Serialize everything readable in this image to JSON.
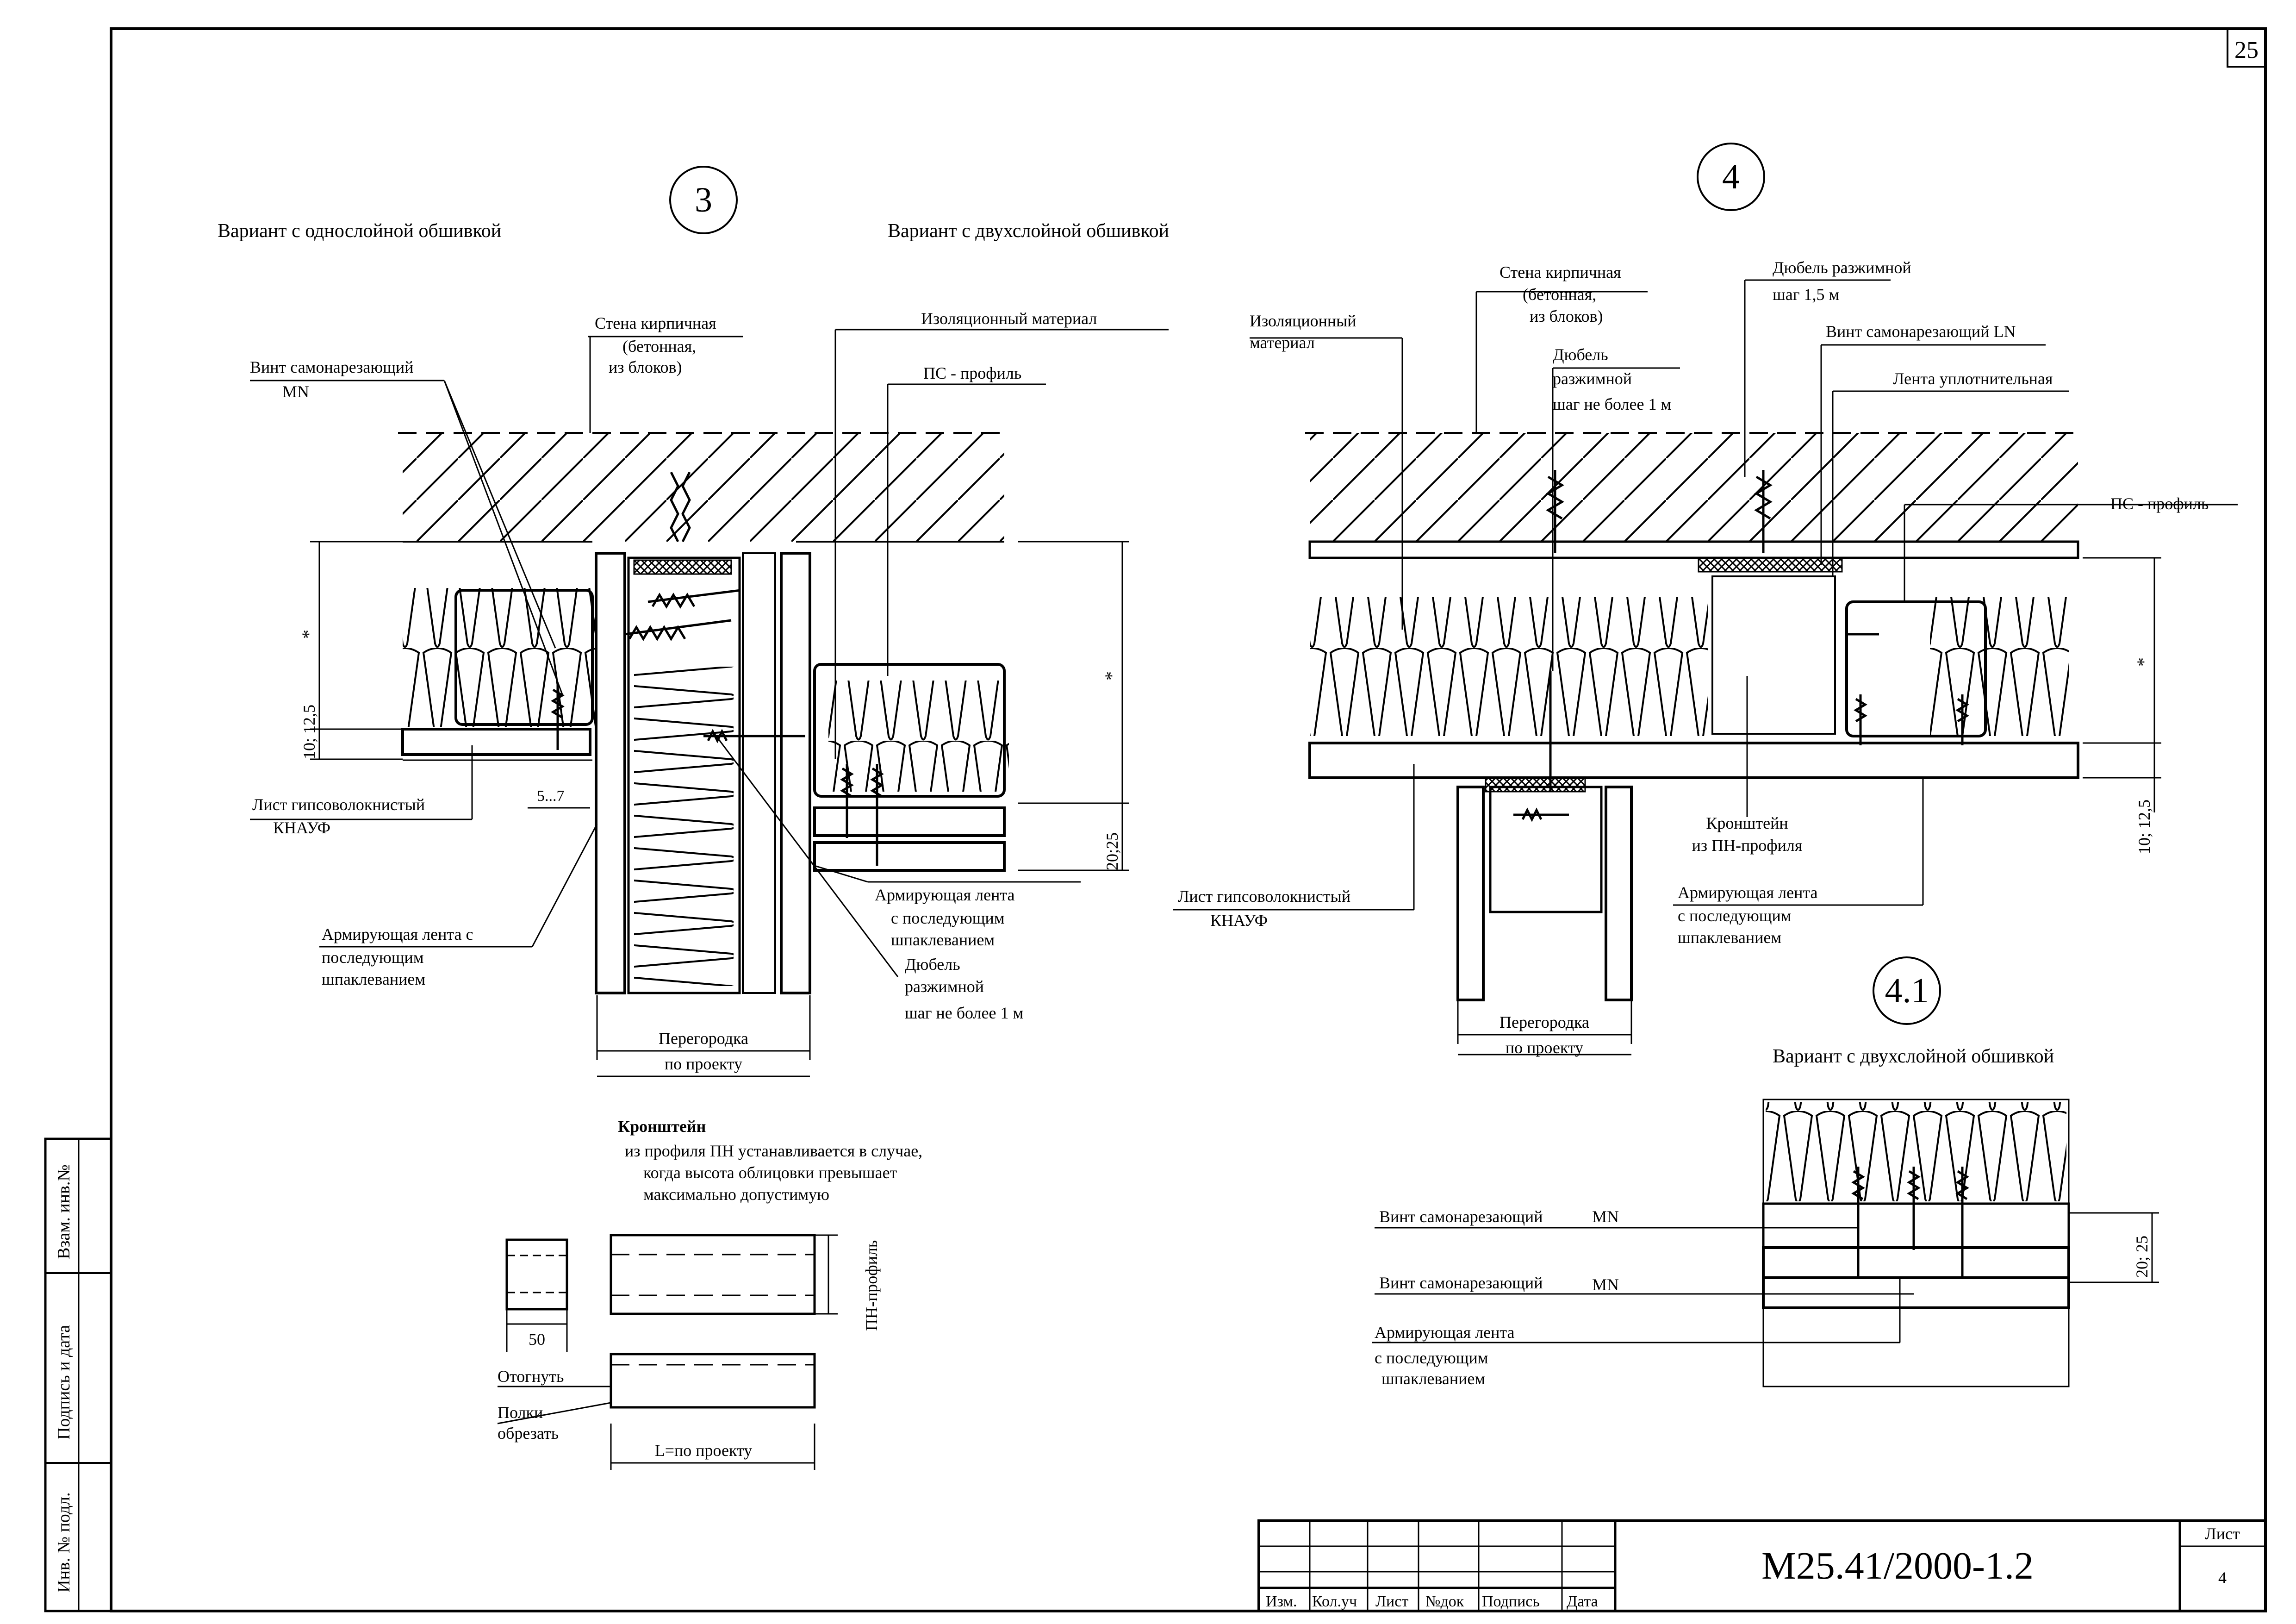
{
  "sheet": {
    "page_number": "25",
    "side_stamp": [
      "Взам. инв.№",
      "Подпись и дата",
      "Инв. № подл."
    ]
  },
  "title_block": {
    "columns": [
      "Изм.",
      "Кол.уч",
      "Лист",
      "№док",
      "Подпись",
      "Дата"
    ],
    "doc_code": "М25.41/2000-1.2",
    "sheet_label": "Лист",
    "sheet_no": "4"
  },
  "detail3": {
    "marker": "3",
    "caption_single": "Вариант с однослойной обшивкой",
    "caption_double": "Вариант с двухслойной обшивкой",
    "wall": [
      "Стена кирпичная",
      "(бетонная,",
      "из блоков)"
    ],
    "screw": [
      "Винт самонарезающий",
      "MN"
    ],
    "insulation": "Изоляционный материал",
    "ps_profile": "ПС - профиль",
    "board": [
      "Лист гипсоволокнистый",
      "КНАУФ"
    ],
    "tape_left": [
      "Армирующая лента с",
      "последующим",
      "шпаклеванием"
    ],
    "tape_right": [
      "Армирующая лента",
      "с последующим",
      "шпаклеванием"
    ],
    "dowel": [
      "Дюбель",
      "разжимной",
      "шаг не более 1 м"
    ],
    "partition": [
      "Перегородка",
      "по проекту"
    ],
    "dims": {
      "star": "*",
      "thk": "10; 12,5",
      "gap": "5...7",
      "double": "20;25"
    }
  },
  "bracket_note": {
    "title": "Кронштейн",
    "body": [
      "из профиля ПН устанавливается в случае,",
      "когда высота облицовки превышает",
      "максимально допустимую"
    ],
    "profile": "ПН-профиль",
    "width": "50",
    "bend": "Отогнуть",
    "cut": [
      "Полки",
      "обрезать"
    ],
    "length": "L=по проекту"
  },
  "detail4": {
    "marker": "4",
    "insulation": [
      "Изоляционный",
      "материал"
    ],
    "wall": [
      "Стена кирпичная",
      "(бетонная,",
      "из блоков)"
    ],
    "dowel_mid": [
      "Дюбель",
      "разжимной",
      "шаг не более 1 м"
    ],
    "dowel_top": [
      "Дюбель разжимной",
      "шаг 1,5 м"
    ],
    "screw_ln": "Винт самонарезающий  LN",
    "seal_tape": "Лента уплотнительная",
    "ps_profile": "ПС - профиль",
    "bracket": [
      "Кронштейн",
      "из ПН-профиля"
    ],
    "board": [
      "Лист гипсоволокнистый",
      "КНАУФ"
    ],
    "tape": [
      "Армирующая лента",
      "с последующим",
      "шпаклеванием"
    ],
    "partition": [
      "Перегородка",
      "по проекту"
    ],
    "dims": {
      "star": "*",
      "thk": "10; 12,5"
    }
  },
  "detail41": {
    "marker": "4.1",
    "caption": "Вариант с двухслойной обшивкой",
    "screw1": [
      "Винт самонарезающий",
      "MN"
    ],
    "screw2": [
      "Винт самонарезающий",
      "MN"
    ],
    "tape": [
      "Армирующая лента",
      "с последующим",
      "шпаклеванием"
    ],
    "dim": "20; 25"
  }
}
